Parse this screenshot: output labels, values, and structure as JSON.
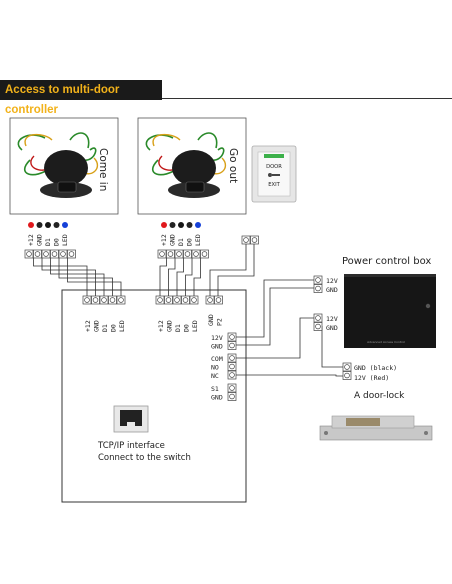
{
  "header": {
    "title": "Access to multi-door controller"
  },
  "readers": {
    "come_in": "Come in",
    "go_out": "Go out"
  },
  "exit_button": {
    "line1": "DOOR",
    "line2": "EXIT"
  },
  "wire_colors": [
    "#e0181c",
    "#222222",
    "#151515",
    "#222222",
    "#1540d8"
  ],
  "reader_pins": [
    "+12",
    "GND",
    "D1",
    "D0",
    "LED"
  ],
  "controller": {
    "reader1_pins": [
      "+12",
      "GND",
      "D1",
      "D0",
      "LED"
    ],
    "reader2_pins": [
      "+12",
      "GND",
      "D1",
      "D0",
      "LED"
    ],
    "button_pins": [
      "GND",
      "P2"
    ],
    "power_pins": [
      "12V",
      "GND"
    ],
    "relay_pins": [
      "COM",
      "NO",
      "NC"
    ],
    "sensor_pins": [
      "S1",
      "GND"
    ],
    "tcp_line1": "TCP/IP interface",
    "tcp_line2": "Connect to the switch"
  },
  "power_box": {
    "title": "Power control box",
    "out1": [
      "12V",
      "GND"
    ],
    "out2": [
      "12V",
      "GND"
    ],
    "label_text": "Advanced Access Control"
  },
  "door_lock": {
    "title": "A door-lock",
    "pins": [
      "GND (black)",
      "12V (Red)"
    ]
  }
}
